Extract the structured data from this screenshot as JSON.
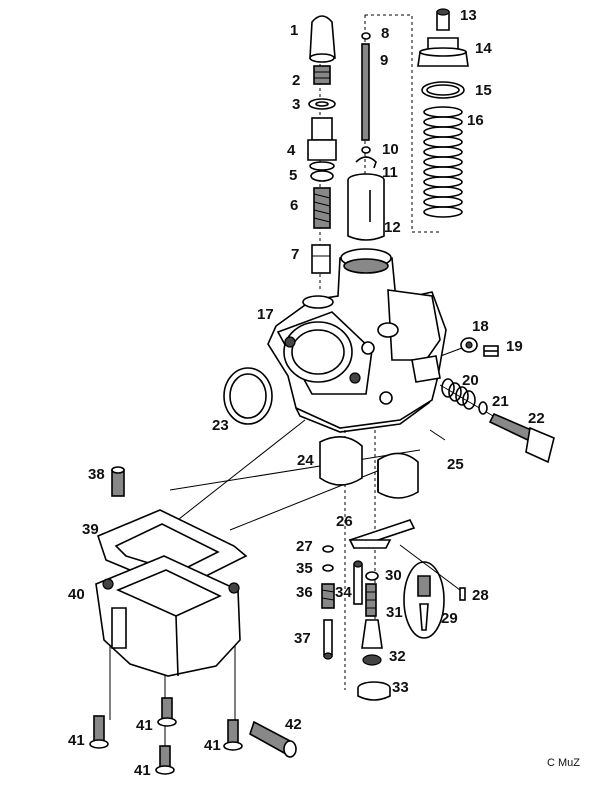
{
  "callouts": [
    "1",
    "2",
    "3",
    "4",
    "5",
    "6",
    "7",
    "8",
    "9",
    "10",
    "11",
    "12",
    "13",
    "14",
    "15",
    "16",
    "17",
    "18",
    "19",
    "20",
    "21",
    "22",
    "23",
    "24",
    "25",
    "26",
    "27",
    "28",
    "29",
    "30",
    "31",
    "32",
    "33",
    "34",
    "35",
    "36",
    "37",
    "38",
    "39",
    "40",
    "41",
    "41",
    "41",
    "41",
    "42"
  ],
  "credit": "C MuZ"
}
